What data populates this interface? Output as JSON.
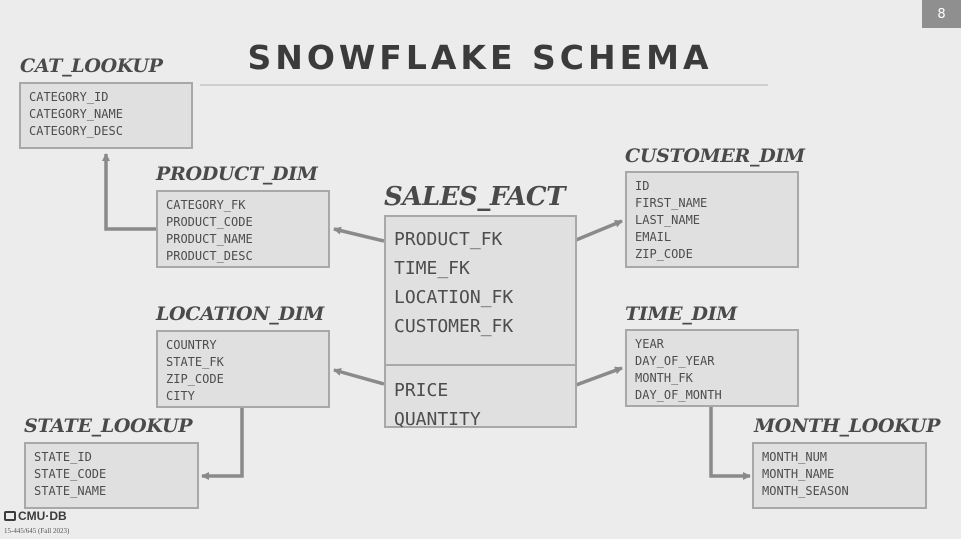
{
  "slide": {
    "number": "8",
    "title": "SNOWFLAKE SCHEMA"
  },
  "tables": {
    "cat_lookup": {
      "name": "CAT_LOOKUP",
      "fields": [
        "CATEGORY_ID",
        "CATEGORY_NAME",
        "CATEGORY_DESC"
      ]
    },
    "product_dim": {
      "name": "PRODUCT_DIM",
      "fields": [
        "CATEGORY_FK",
        "PRODUCT_CODE",
        "PRODUCT_NAME",
        "PRODUCT_DESC"
      ]
    },
    "sales_fact": {
      "name": "SALES_FACT",
      "keys": [
        "PRODUCT_FK",
        "TIME_FK",
        "LOCATION_FK",
        "CUSTOMER_FK"
      ],
      "measures": [
        "PRICE",
        "QUANTITY"
      ]
    },
    "customer_dim": {
      "name": "CUSTOMER_DIM",
      "fields": [
        "ID",
        "FIRST_NAME",
        "LAST_NAME",
        "EMAIL",
        "ZIP_CODE"
      ]
    },
    "location_dim": {
      "name": "LOCATION_DIM",
      "fields": [
        "COUNTRY",
        "STATE_FK",
        "ZIP_CODE",
        "CITY"
      ]
    },
    "time_dim": {
      "name": "TIME_DIM",
      "fields": [
        "YEAR",
        "DAY_OF_YEAR",
        "MONTH_FK",
        "DAY_OF_MONTH"
      ]
    },
    "state_lookup": {
      "name": "STATE_LOOKUP",
      "fields": [
        "STATE_ID",
        "STATE_CODE",
        "STATE_NAME"
      ]
    },
    "month_lookup": {
      "name": "MONTH_LOOKUP",
      "fields": [
        "MONTH_NUM",
        "MONTH_NAME",
        "MONTH_SEASON"
      ]
    }
  },
  "relationships": [
    {
      "from": "sales_fact",
      "to": "product_dim"
    },
    {
      "from": "sales_fact",
      "to": "customer_dim"
    },
    {
      "from": "sales_fact",
      "to": "location_dim"
    },
    {
      "from": "sales_fact",
      "to": "time_dim"
    },
    {
      "from": "product_dim",
      "to": "cat_lookup"
    },
    {
      "from": "location_dim",
      "to": "state_lookup"
    },
    {
      "from": "time_dim",
      "to": "month_lookup"
    }
  ],
  "footer": {
    "logo": "CMU·DB",
    "course": "15-445/645 (Fall 2023)"
  },
  "colors": {
    "background": "#ececec",
    "box_fill": "#e0e0e0",
    "box_border": "#a8a8a8",
    "arrow": "#8a8a8a",
    "text": "#4a4a4a"
  }
}
